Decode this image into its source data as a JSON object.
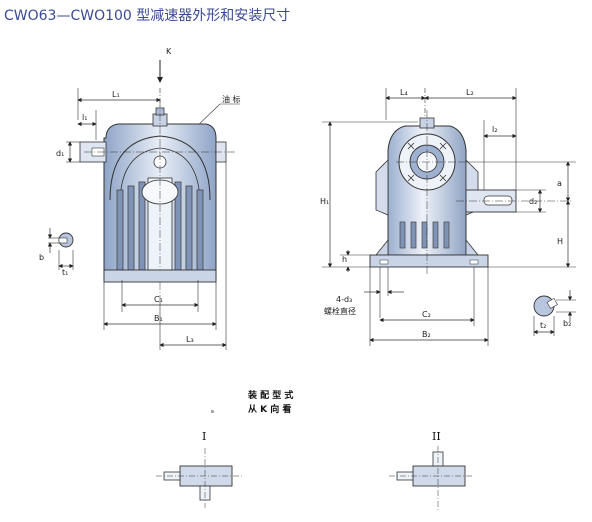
{
  "title": "CWO63—CWO100 型减速器外形和安装尺寸",
  "left_view": {
    "k": "K",
    "oil_mark": "油 标",
    "l1": "L₁",
    "l_1": "l₁",
    "d1": "d₁",
    "b": "b",
    "t1": "t₁",
    "c1": "C₁",
    "b1": "B₁",
    "l3": "L₃"
  },
  "right_view": {
    "l4": "L₄",
    "l2": "L₂",
    "l_2": "l₂",
    "h1": "H₁",
    "a": "a",
    "d2": "d₂",
    "h_big": "H",
    "h": "h",
    "fourd3": "4-d₃",
    "bolt_dia": "螺栓直径",
    "c2": "C₂",
    "b2": "B₂",
    "t2": "t₂",
    "b_2": "b₂"
  },
  "assembly": {
    "heading": "装 配 型 式",
    "subheading": "从 K 向 看",
    "type1": "I",
    "type2": "II"
  }
}
